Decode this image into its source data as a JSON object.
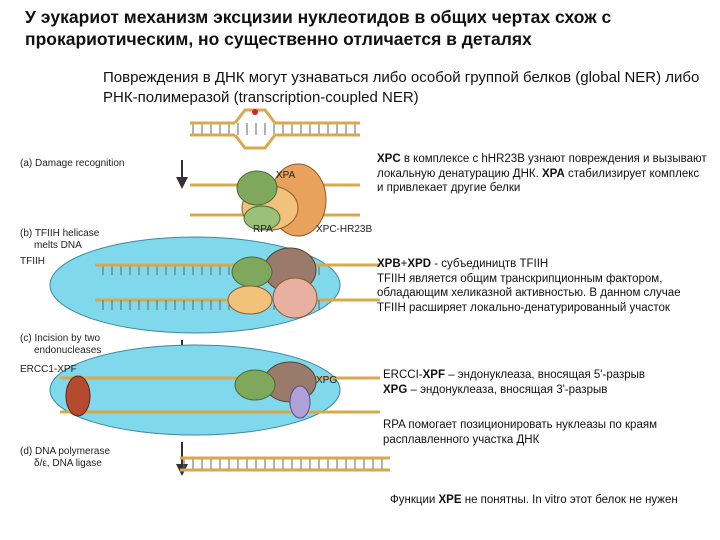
{
  "title": "У эукариот механизм эксцизии нуклеотидов в общих чертах схож с прокариотическим, но существенно отличается в деталях",
  "subtitle": "Повреждения в ДНК могут узнаваться либо особой группой белков (global NER) либо РНК-полимеразой (transcription-coupled NER)",
  "steps": {
    "a": "(a) Damage recognition",
    "b1": "(b) TFIIH helicase",
    "b2": "melts DNA",
    "c1": "(c) Incision by two",
    "c2": "endonucleases",
    "d1": "(d) DNA polymerase",
    "d2": "δ/ε, DNA ligase"
  },
  "labels": {
    "xpa": "XPA",
    "rpa": "RPA",
    "xpc": "XPC-HR23B",
    "tfiih": "TFIIH",
    "ercc": "ERCC1-XPF",
    "xpg": "XPG"
  },
  "notes": {
    "n1": {
      "b1": "XPC",
      "t1": " в комплексе с hHR23B узнают повреждения и вызывают локальную денатурацию ДНК. ",
      "b2": "XPA",
      "t2": " стабилизирует комплекс и привлекает другие белки"
    },
    "n2": {
      "b1": "XPB",
      "t1": "+",
      "b2": "XPD",
      "t2": " - субъедиництв TFIIH"
    },
    "n2b": "TFIIH является общим транскрипционным фактором, обладающим хеликазной активностью. В данном случае TFIIH расширяет локально-денатурированный участок",
    "n3": {
      "t0": "ERCCI-",
      "b1": "XPF",
      "t1": " – эндонуклеаза, вносящая 5'-разрыв",
      "b2": "XPG",
      "t2": " – эндонуклеаза, вносящая 3'-разрыв"
    },
    "n4": "RPA помогает позиционировать нуклеазы по краям расплавленного участка ДНК",
    "n5": {
      "t0": "Функции ",
      "b1": "XPE",
      "t1": " не понятны. In vitro этот белок не нужен"
    }
  },
  "colors": {
    "dna": "#d9a84a",
    "tfiih": "#7fd8ec",
    "xpc": "#e8a25c",
    "xpa": "#9a7a6a",
    "rpa": "#7fa85c",
    "ercc": "#b44a2e",
    "xpg": "#b0a0d8",
    "damage": "#e02020"
  }
}
